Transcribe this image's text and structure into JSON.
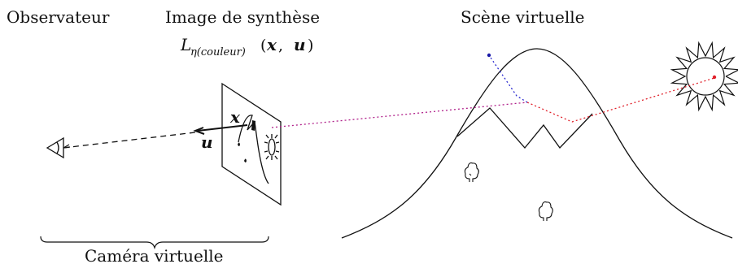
{
  "labels": {
    "observer": "Observateur",
    "image_title": "Image de synthèse",
    "radiance_L": "L",
    "radiance_sub": "η(couleur)",
    "radiance_args_open": "(",
    "radiance_x": "x",
    "radiance_comma": ", ",
    "radiance_u": "u",
    "radiance_args_close": ")",
    "scene_title": "Scène virtuelle",
    "camera": "Caméra virtuelle",
    "point_x": "x",
    "dir_u": "u"
  },
  "colors": {
    "ink": "#111111",
    "ray_magenta": "#b0208a",
    "ray_blue": "#2a2ad0",
    "ray_red": "#e0202a",
    "light_point": "#e0202a",
    "view_point": "#1a1aa8"
  }
}
